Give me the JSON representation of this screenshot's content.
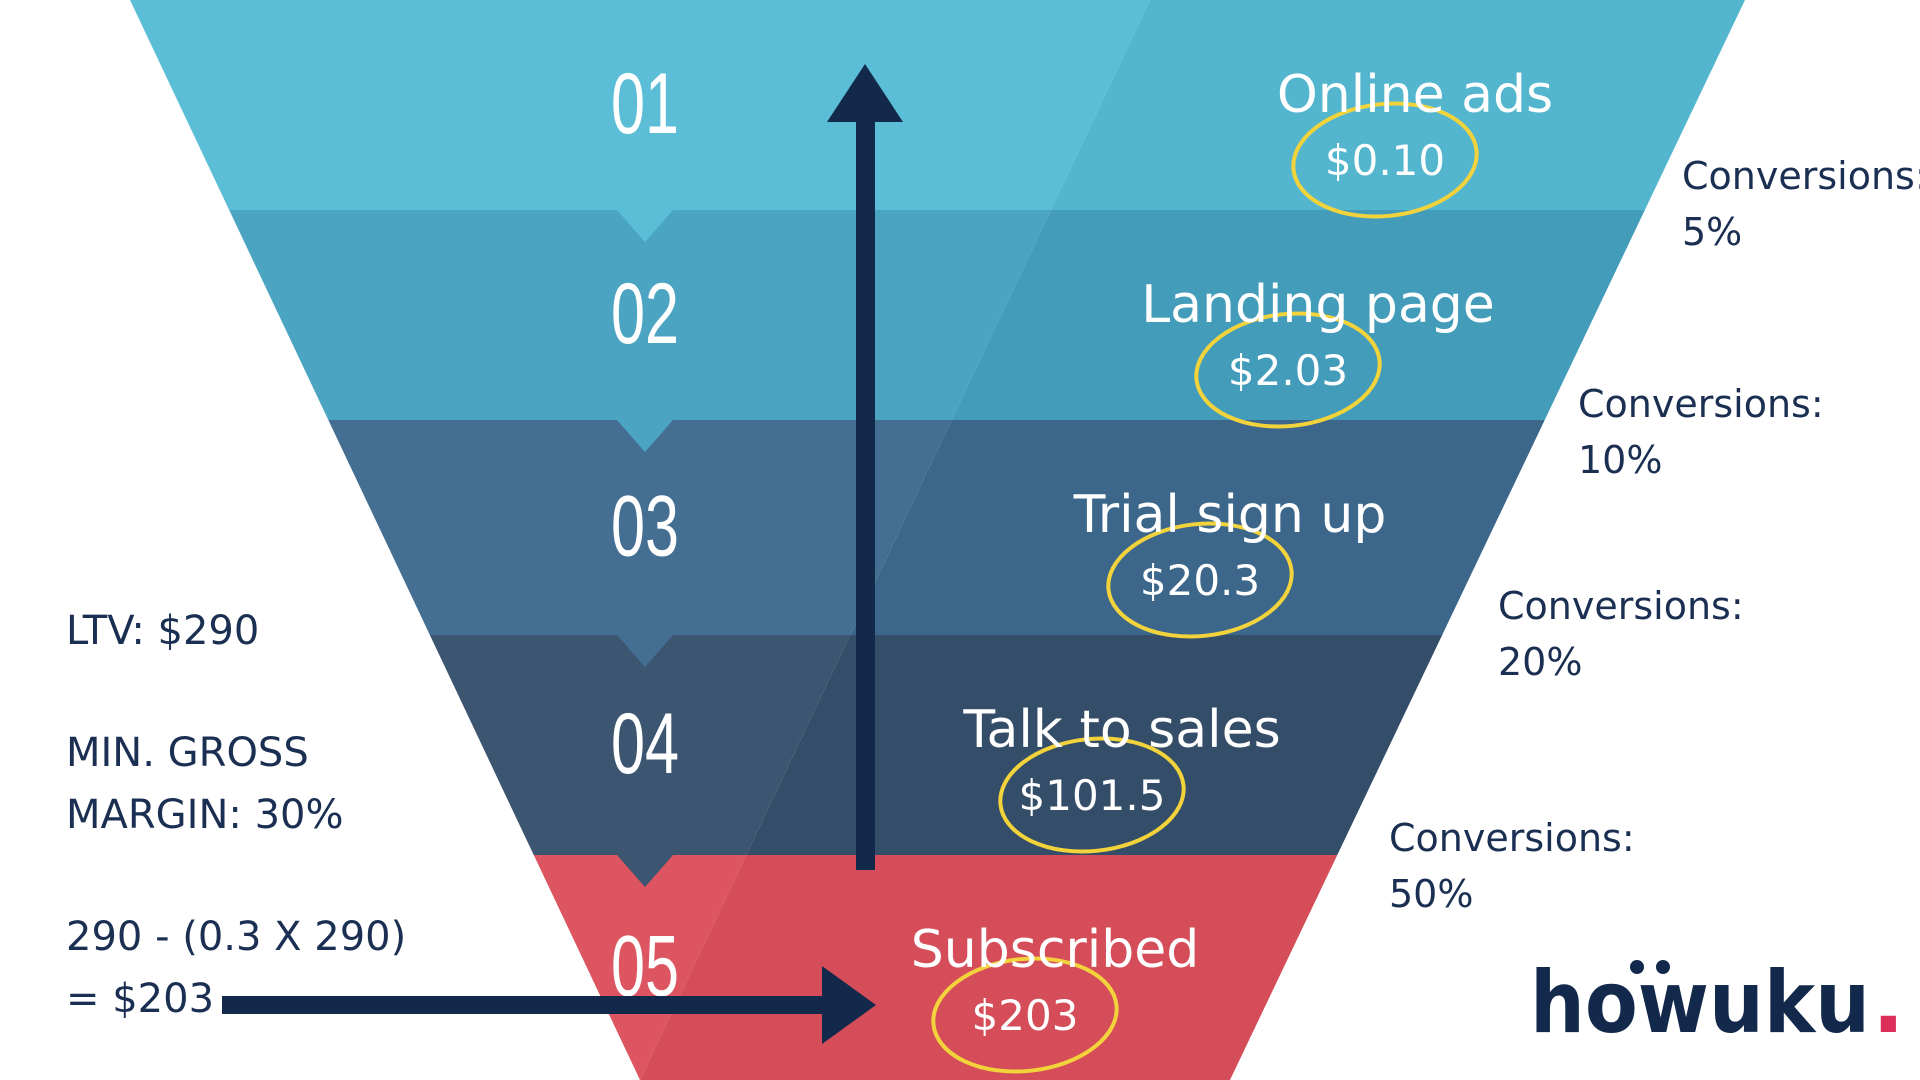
{
  "colors": {
    "tier_1": "#5bbed6",
    "tier_2": "#4aa4c2",
    "tier_3": "#446f92",
    "tier_4": "#3c5570",
    "tier_5": "#dc5560",
    "arrow": "#13294b",
    "circle": "#f3d33b",
    "text_dark": "#1b2f52",
    "logo_dot": "#dc2f5a"
  },
  "funnel": {
    "stages": [
      {
        "number": "01",
        "name": "Online ads",
        "cost": "$0.10"
      },
      {
        "number": "02",
        "name": "Landing page",
        "cost": "$2.03"
      },
      {
        "number": "03",
        "name": "Trial sign up",
        "cost": "$20.3"
      },
      {
        "number": "04",
        "name": "Talk to sales",
        "cost": "$101.5"
      },
      {
        "number": "05",
        "name": "Subscribed",
        "cost": "$203"
      }
    ]
  },
  "conversions": [
    {
      "label": "Conversions:",
      "value": "5%"
    },
    {
      "label": "Conversions:",
      "value": "10%"
    },
    {
      "label": "Conversions:",
      "value": "20%"
    },
    {
      "label": "Conversions:",
      "value": "50%"
    }
  ],
  "notes": {
    "ltv": "LTV: $290",
    "margin_line_1": "MIN. GROSS",
    "margin_line_2": "MARGIN: 30%",
    "formula_line_1": "290 - (0.3 X 290)",
    "formula_line_2": "= $203"
  },
  "logo": {
    "text": "howuku",
    "dot": "."
  }
}
